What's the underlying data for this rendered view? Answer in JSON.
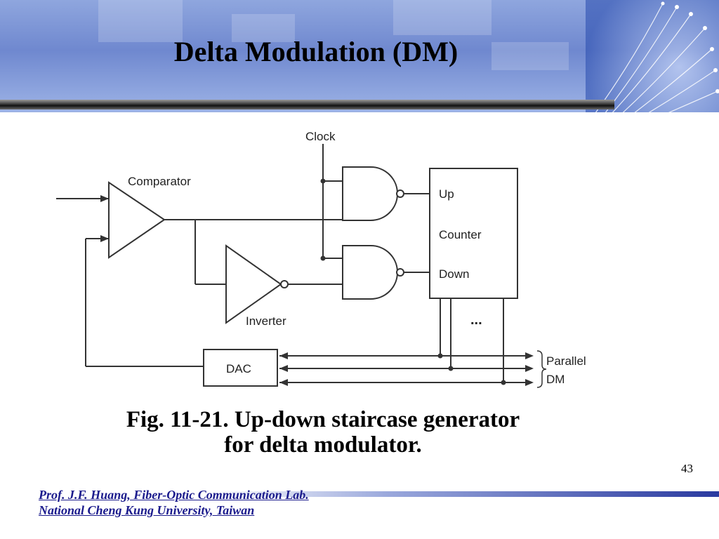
{
  "slide": {
    "title": "Delta Modulation (DM)",
    "caption_line1": "Fig. 11-21. Up-down staircase generator",
    "caption_line2": "for delta modulator.",
    "page_number": "43"
  },
  "footer": {
    "line1": "Prof. J.F. Huang, Fiber-Optic Communication Lab.",
    "line2": "National Cheng Kung University, Taiwan"
  },
  "diagram": {
    "clock": "Clock",
    "comparator": "Comparator",
    "inverter": "Inverter",
    "counter_up": "Up",
    "counter_name": "Counter",
    "counter_down": "Down",
    "dac": "DAC",
    "ellipsis": "...",
    "parallel": "Parallel",
    "dm": "DM"
  },
  "colors": {
    "header": "#6f88cf",
    "footer_text": "#1a1a8c"
  }
}
